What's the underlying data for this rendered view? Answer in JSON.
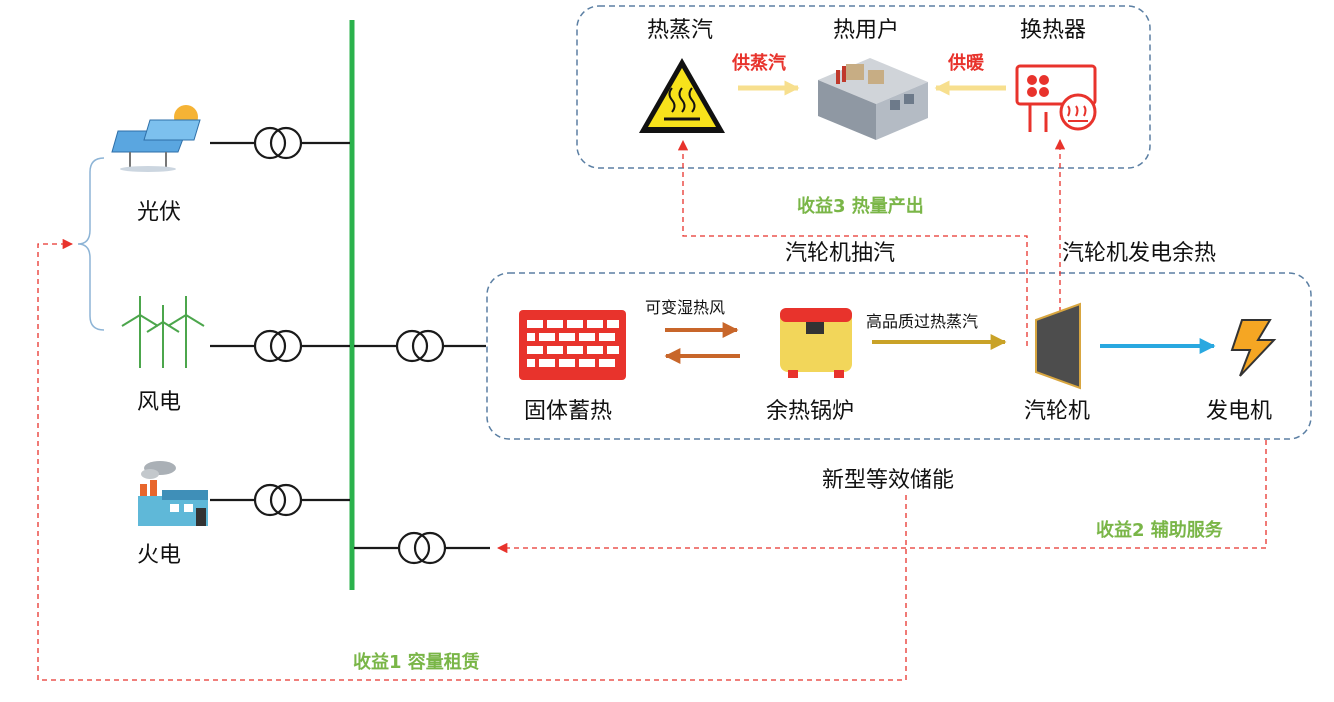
{
  "sources": {
    "solar": "光伏",
    "wind": "风电",
    "thermal": "火电"
  },
  "heat_group": {
    "steam": "热蒸汽",
    "user": "热用户",
    "exchanger": "换热器",
    "supply_steam": "供蒸汽",
    "supply_heat": "供暖"
  },
  "storage_group": {
    "solid_storage": "固体蓄热",
    "boiler": "余热锅炉",
    "turbine": "汽轮机",
    "generator": "发电机",
    "hot_air": "可变湿热风",
    "steam_quality": "高品质过热蒸汽",
    "title": "新型等效储能"
  },
  "flows": {
    "extraction": "汽轮机抽汽",
    "waste_heat": "汽轮机发电余热"
  },
  "benefits": {
    "b1": "收益1 容量租赁",
    "b2": "收益2 辅助服务",
    "b3": "收益3 热量产出"
  },
  "colors": {
    "bus": "#2bb24c",
    "dashed_box": "#5b7fa3",
    "dashed_line": "#e8332c",
    "benefit_text": "#7ab648",
    "red_text": "#e8332c",
    "orange_arrow": "#c8662a",
    "gold_arrow": "#c9a227",
    "blue_arrow": "#29a8e0",
    "yellow_arrow": "#f7df8e"
  }
}
